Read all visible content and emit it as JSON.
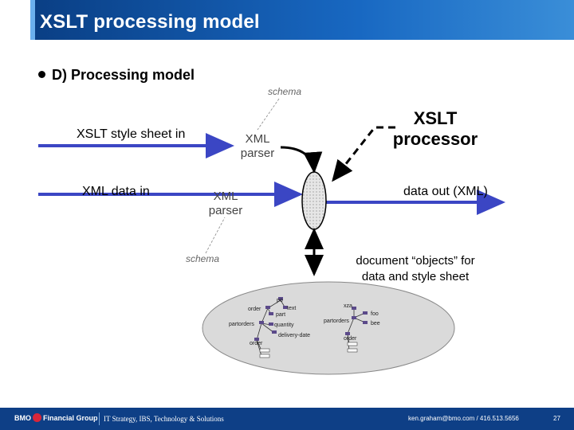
{
  "title": "XSLT processing model",
  "bullet": "D) Processing model",
  "inputs": {
    "stylesheet_in": "XSLT style sheet in",
    "data_in": "XML data in"
  },
  "parsers": {
    "top_line1": "XML",
    "top_line2": "parser",
    "bottom_line1": "XML",
    "bottom_line2": "parser"
  },
  "schema_top": "schema",
  "schema_bottom": "schema",
  "processor": {
    "line1": "XSLT",
    "line2": "processor"
  },
  "data_out": "data out (XML)",
  "objects": {
    "line1": "document “objects” for",
    "line2": "data and style sheet"
  },
  "tree_left": {
    "nodes": [
      "po",
      "order",
      "text",
      "part",
      "partorders",
      "quantity",
      "delivery-date",
      "order"
    ]
  },
  "tree_right": {
    "nodes": [
      "xza",
      "partorders",
      "foo",
      "bee",
      "order"
    ]
  },
  "colors": {
    "arrow": "#3b46c4",
    "title_bg": "#0e3f86",
    "ellipse": "#dcdcdc"
  },
  "footer": {
    "logo_left": "BMO",
    "logo_right": "Financial Group",
    "dept": "IT Strategy, IBS, Technology & Solutions",
    "contact": "ken.graham@bmo.com / 416.513.5656",
    "page": "27"
  }
}
